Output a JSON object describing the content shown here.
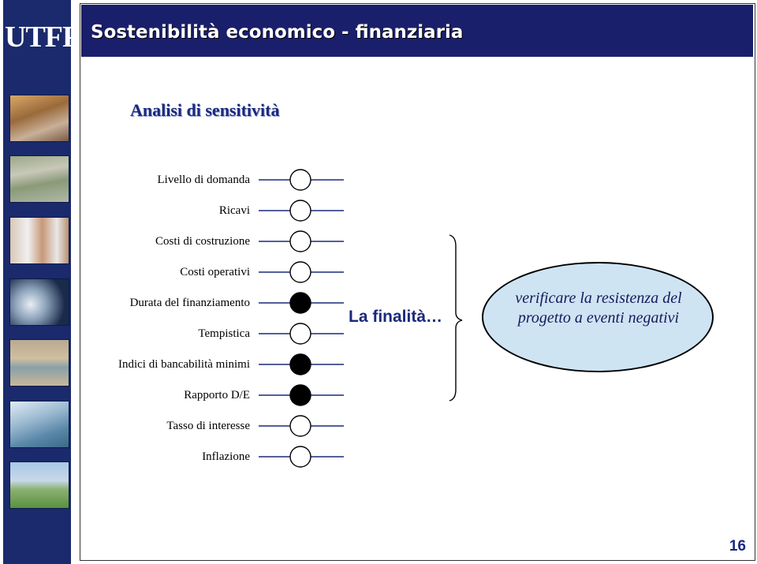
{
  "logo": {
    "text": "UTFP"
  },
  "header": {
    "title": "Sostenibilità economico - finanziaria"
  },
  "subtitle": "Analisi di sensitività",
  "factors": [
    {
      "label": "Livello di domanda",
      "highlighted": false
    },
    {
      "label": "Ricavi",
      "highlighted": false
    },
    {
      "label": "Costi di costruzione",
      "highlighted": false
    },
    {
      "label": "Costi operativi",
      "highlighted": false
    },
    {
      "label": "Durata del finanziamento",
      "highlighted": true
    },
    {
      "label": "Tempistica",
      "highlighted": false
    },
    {
      "label": "Indici di bancabilità minimi",
      "highlighted": true
    },
    {
      "label": "Rapporto D/E",
      "highlighted": true
    },
    {
      "label": "Tasso di interesse",
      "highlighted": false
    },
    {
      "label": "Inflazione",
      "highlighted": false
    }
  ],
  "finalita_label": "La finalità…",
  "goal_text": "verificare la resistenza del progetto a eventi negativi",
  "page_number": "16",
  "colors": {
    "header": "#1a1f6b",
    "sidebar": "#1a2a6c",
    "accent_text": "#1a2a7c",
    "ellipse_fill": "#cfe4f2"
  },
  "sidebar_images": [
    "station-photo",
    "highway-photo",
    "medical-staff-photo",
    "satellite-dish-photo",
    "water-treatment-photo",
    "bridge-photo",
    "industrial-plant-photo"
  ]
}
